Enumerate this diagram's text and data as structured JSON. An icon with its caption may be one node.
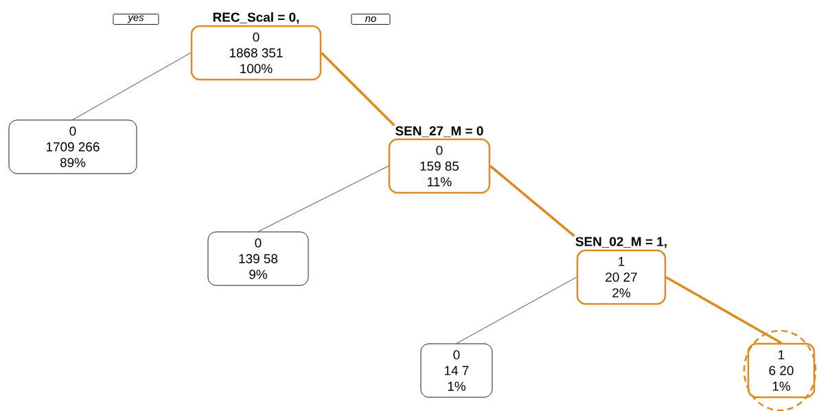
{
  "diagram": {
    "nodes": [
      {
        "text": [
          "yes"
        ]
      },
      {
        "text": [
          "REC_Scal = 0,",
          "0",
          "1868 351",
          "100%"
        ]
      },
      {
        "text": [
          "no"
        ]
      },
      {
        "text": [
          "0",
          "1709 266",
          "89%"
        ]
      },
      {
        "text": [
          "SEN_27_M = 0",
          "0",
          "159 85",
          "11%"
        ]
      },
      {
        "text": [
          "0",
          "139 58",
          "9%"
        ]
      },
      {
        "text": [
          "SEN_02_M = 1,",
          "1",
          "20 27",
          "2%"
        ]
      },
      {
        "text": [
          "0",
          "14 7",
          "1%"
        ]
      },
      {
        "text": [
          "1",
          "6 20",
          "1%"
        ]
      }
    ],
    "edges": [
      {
        "from": 1,
        "to": 3,
        "arrow": "none"
      },
      {
        "from": 1,
        "to": 4,
        "arrow": "none",
        "style": "thick",
        "color": "#e08a1e"
      },
      {
        "from": 4,
        "to": 5,
        "arrow": "none"
      },
      {
        "from": 4,
        "to": 6,
        "arrow": "none",
        "style": "thick",
        "color": "#e08a1e"
      },
      {
        "from": 6,
        "to": 7,
        "arrow": "none"
      },
      {
        "from": 6,
        "to": 8,
        "arrow": "none",
        "style": "thick",
        "color": "#e08a1e"
      }
    ]
  }
}
